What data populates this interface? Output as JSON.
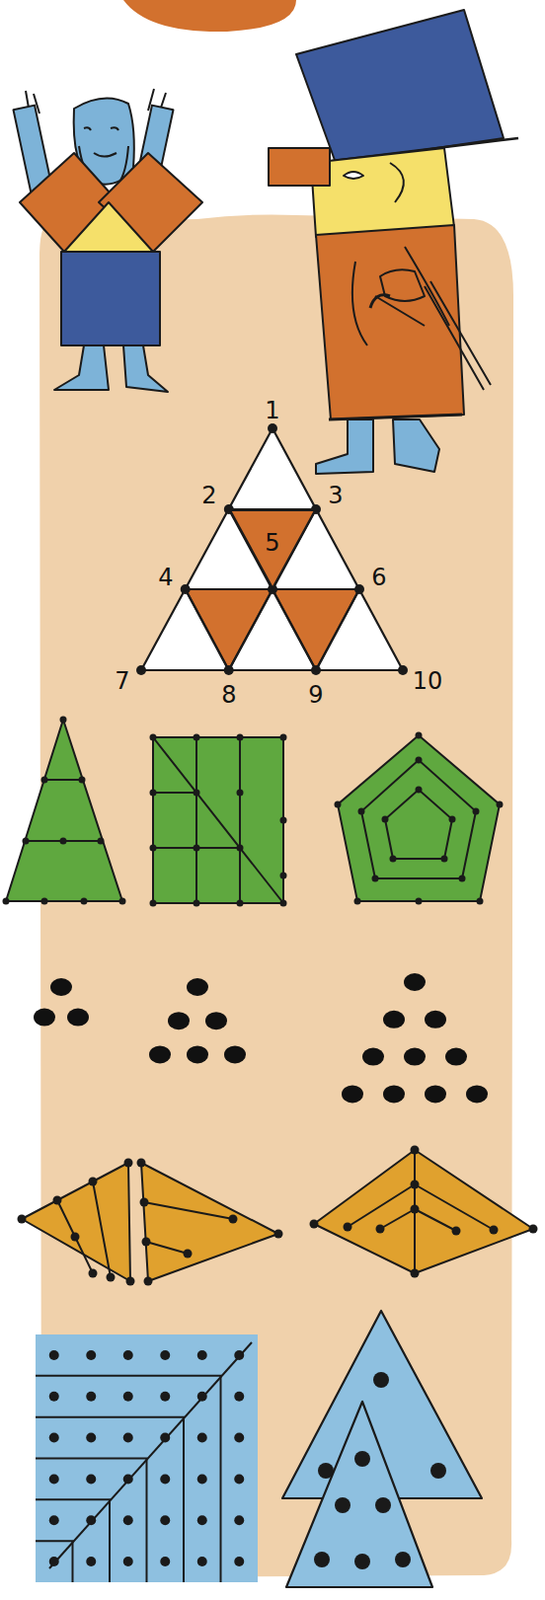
{
  "diagram": {
    "nodes": [
      {
        "text": [
          "5"
        ]
      }
    ],
    "labels": [
      "1",
      "2",
      "3",
      "4",
      "6",
      "7",
      "8",
      "9",
      "10"
    ]
  }
}
